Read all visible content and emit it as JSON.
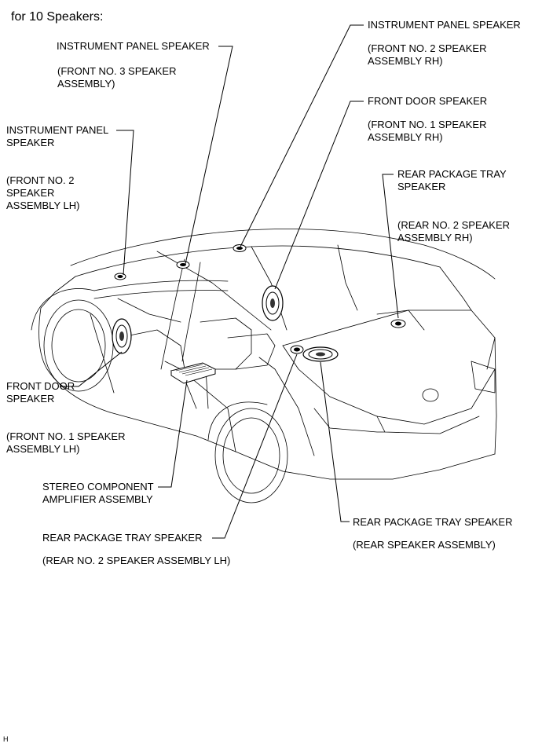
{
  "header": {
    "title": "for 10 Speakers:"
  },
  "callouts": {
    "ip_center": {
      "name": "INSTRUMENT PANEL SPEAKER",
      "part_line1": "(FRONT NO. 3 SPEAKER",
      "part_line2": "ASSEMBLY)"
    },
    "ip_right": {
      "name": "INSTRUMENT PANEL SPEAKER",
      "part_line1": "(FRONT NO. 2 SPEAKER",
      "part_line2": "ASSEMBLY RH)"
    },
    "ip_left": {
      "name_line1": "INSTRUMENT PANEL",
      "name_line2": "SPEAKER",
      "part_line1": "(FRONT NO. 2",
      "part_line2": "SPEAKER",
      "part_line3": "ASSEMBLY LH)"
    },
    "front_door_right": {
      "name": "FRONT DOOR SPEAKER",
      "part_line1": "(FRONT NO. 1 SPEAKER",
      "part_line2": "ASSEMBLY RH)"
    },
    "rear_tray_right": {
      "name_line1": "REAR PACKAGE TRAY",
      "name_line2": "SPEAKER",
      "part_line1": "(REAR NO. 2 SPEAKER",
      "part_line2": "ASSEMBLY RH)"
    },
    "front_door_left": {
      "name_line1": "FRONT DOOR",
      "name_line2": "SPEAKER",
      "part_line1": "(FRONT NO. 1 SPEAKER",
      "part_line2": "ASSEMBLY LH)"
    },
    "amplifier": {
      "name_line1": "STEREO COMPONENT",
      "name_line2": "AMPLIFIER ASSEMBLY"
    },
    "rear_tray_center": {
      "name": "REAR PACKAGE TRAY SPEAKER",
      "part": "(REAR SPEAKER ASSEMBLY)"
    },
    "rear_tray_left": {
      "name": "REAR PACKAGE TRAY SPEAKER",
      "part": "(REAR NO. 2 SPEAKER ASSEMBLY LH)"
    }
  },
  "footer": {
    "code": "H"
  }
}
